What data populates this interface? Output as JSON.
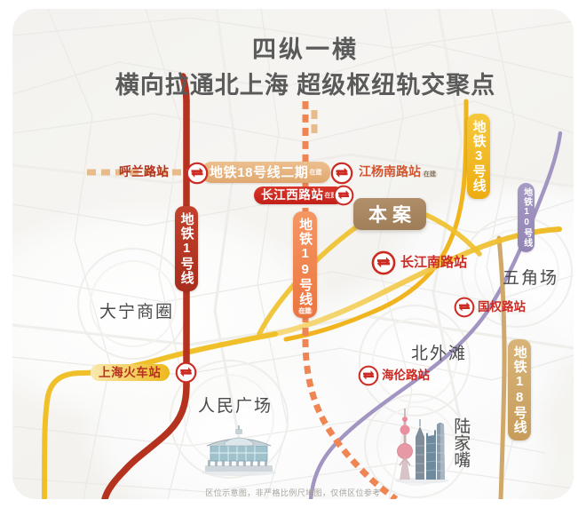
{
  "title": {
    "line1": "四纵一横",
    "line2": "横向拉通北上海  超级枢纽轨交聚点"
  },
  "project_marker": {
    "label": "本案"
  },
  "footnote": "区位示意图，非严格比例尺地图，仅供区位参考",
  "colors": {
    "line1": "#b5321f",
    "line18_phase2": "#e8b07a",
    "line19": "#ef8552",
    "line3": "#f0b51e",
    "line10": "#9b8cba",
    "line18": "#cfa86a",
    "line_yellow": "#f0c02a",
    "transfer_red": "#d02020",
    "project_box": "#a98862",
    "title_gray": "#5a5a5a",
    "card_bg": "#f4f3f0"
  },
  "lines": [
    {
      "id": "line1",
      "name": "地铁1号线",
      "status": "",
      "color": "#b5321f",
      "orientation": "vertical",
      "style": "solid"
    },
    {
      "id": "line18_phase2",
      "name": "地铁18号线二期",
      "status": "在建",
      "color": "#e0a86f",
      "orientation": "horizontal",
      "style": "dashed"
    },
    {
      "id": "line19",
      "name": "地铁19号线",
      "status": "在建",
      "color": "#ef8552",
      "orientation": "vertical",
      "style": "dashed"
    },
    {
      "id": "line3",
      "name": "地铁3号线",
      "status": "",
      "color": "#f0b51e",
      "orientation": "vertical",
      "style": "solid"
    },
    {
      "id": "line10",
      "name": "地铁10号线",
      "status": "",
      "color": "#9b8cba",
      "orientation": "vertical",
      "style": "solid"
    },
    {
      "id": "line18",
      "name": "地铁18号线",
      "status": "",
      "color": "#cfa86a",
      "orientation": "vertical",
      "style": "solid"
    }
  ],
  "line_labels": [
    {
      "name": "地铁18号线二期",
      "status": "在建",
      "orientation": "horizontal"
    },
    {
      "name": "地铁1号线",
      "status": "",
      "orientation": "vertical"
    },
    {
      "name": "地铁19号线",
      "status": "在建",
      "orientation": "vertical"
    },
    {
      "name": "地铁3号线",
      "status": "",
      "orientation": "vertical"
    },
    {
      "name": "地铁10号线",
      "status": "",
      "orientation": "vertical"
    },
    {
      "name": "地铁18号线",
      "status": "",
      "orientation": "vertical"
    }
  ],
  "stations": [
    {
      "name": "呼兰路站",
      "status": "",
      "transfer": true,
      "color": "#b5321f"
    },
    {
      "name": "江杨南路站",
      "status": "在建",
      "transfer": true,
      "color": "#d2552f"
    },
    {
      "name": "长江西路站",
      "status": "在建",
      "transfer": true,
      "color": "#cc2a22"
    },
    {
      "name": "长江南路站",
      "status": "",
      "transfer": true,
      "color": "#cc2a22"
    },
    {
      "name": "国权路站",
      "status": "",
      "transfer": true,
      "color": "#cc2a22"
    },
    {
      "name": "上海火车站",
      "status": "",
      "transfer": true,
      "color": "#cc2a22"
    },
    {
      "name": "海伦路站",
      "status": "",
      "transfer": true,
      "color": "#cc2a22"
    }
  ],
  "districts": [
    {
      "name": "大宁商圈",
      "orientation": "horizontal"
    },
    {
      "name": "五角场",
      "orientation": "horizontal"
    },
    {
      "name": "北外滩",
      "orientation": "horizontal"
    },
    {
      "name": "人民广场",
      "orientation": "horizontal"
    },
    {
      "name": "陆家嘴",
      "orientation": "vertical"
    }
  ],
  "landmarks": [
    {
      "name": "people-square-building",
      "district": "人民广场"
    },
    {
      "name": "lujiazui-skyline",
      "district": "陆家嘴"
    }
  ]
}
